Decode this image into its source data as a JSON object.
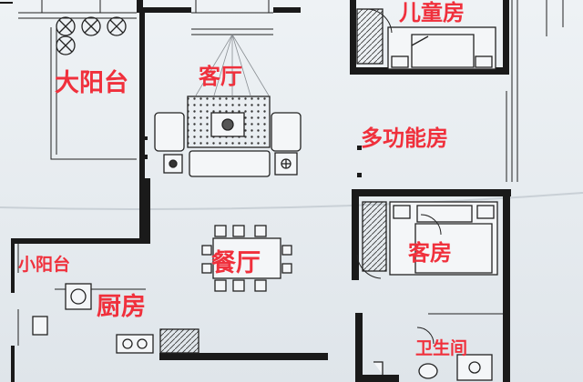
{
  "plan": {
    "rooms": {
      "children_room": "儿童房",
      "big_balcony": "大阳台",
      "living_room": "客厅",
      "multi_room": "多功能房",
      "dining_room": "餐厅",
      "small_balcony": "小阳台",
      "kitchen": "厨房",
      "guest_room": "客房",
      "bathroom": "卫生间"
    },
    "label_color": "#f0303c",
    "wall_color": "#1a1a1a",
    "paper_color": "#e9eef2"
  }
}
